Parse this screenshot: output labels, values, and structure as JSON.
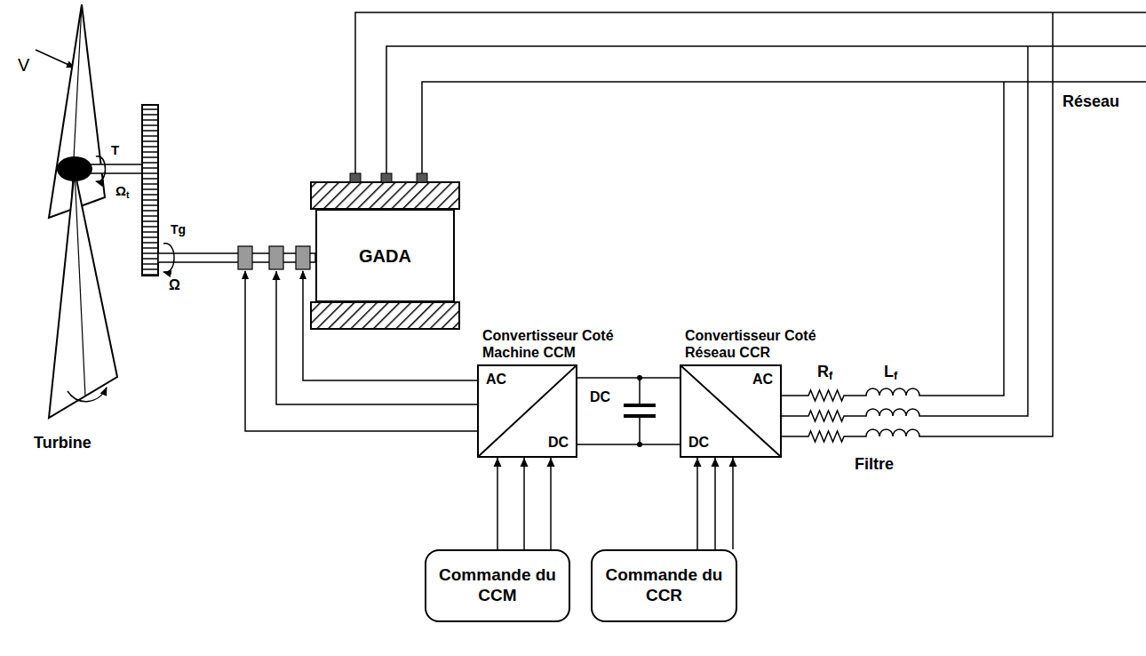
{
  "diagram": {
    "nodes": [
      {
        "text": [
          "GADA"
        ]
      },
      {
        "text": [
          "Convertisseur Coté Machine CCM",
          "AC",
          "DC"
        ]
      },
      {
        "text": [
          "Convertisseur Coté Réseau CCR",
          "AC",
          "DC"
        ]
      },
      {
        "text": [
          "Commande du CCM"
        ]
      },
      {
        "text": [
          "Commande du CCR"
        ]
      }
    ],
    "edges": [
      {
        "from": 3,
        "to": 1,
        "arrow": "to"
      },
      {
        "from": 4,
        "to": 2,
        "arrow": "to"
      },
      {
        "from": 1,
        "to": 2,
        "label": "DC",
        "arrow": "none"
      },
      {
        "from": 1,
        "to": 0,
        "arrow": "to"
      }
    ],
    "labels": [
      "V",
      "T",
      "Ωt",
      "Tg",
      "Ω",
      "Turbine",
      "Réseau",
      "Rf",
      "Lf",
      "Filtre"
    ]
  }
}
